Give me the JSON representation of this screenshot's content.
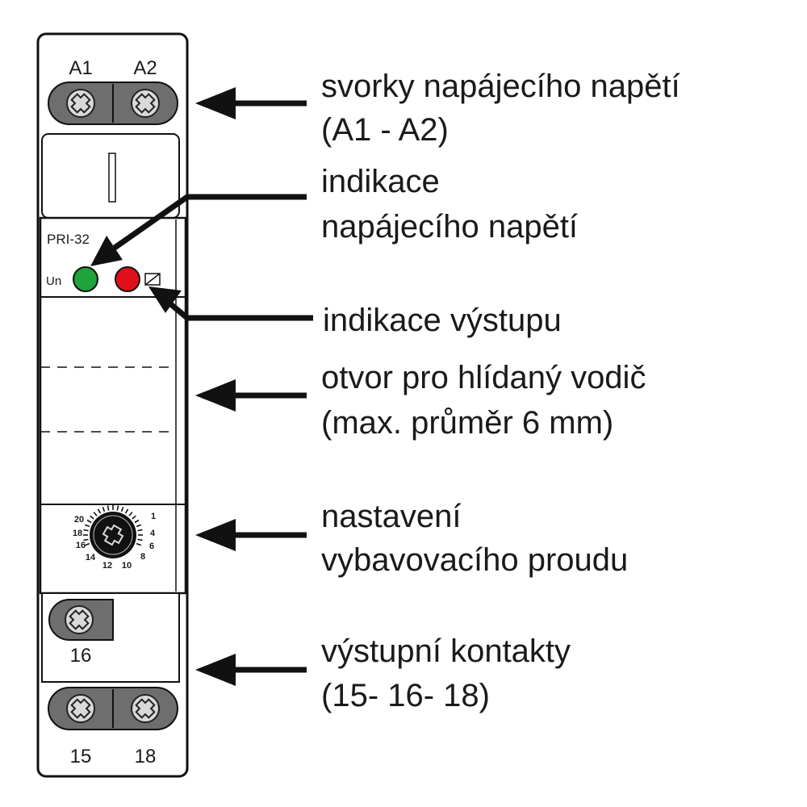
{
  "device": {
    "model": "PRI-32",
    "terminals_top": [
      "A1",
      "A2"
    ],
    "terminal_middle": "16",
    "terminals_bottom": [
      "15",
      "18"
    ],
    "led_power_label": "Un",
    "led_power_color": "#1fa33a",
    "led_output_color": "#e0101a",
    "dial_scale": [
      "20",
      "1",
      "18",
      "4",
      "16",
      "6",
      "14",
      "8",
      "12",
      "10"
    ]
  },
  "callouts": {
    "supply_terminals": [
      "svorky napájecího napětí",
      "(A1 - A2)"
    ],
    "supply_indication": [
      "indikace",
      "napájecího napětí"
    ],
    "output_indication": [
      "indikace výstupu"
    ],
    "conductor_hole": [
      "otvor pro hlídaný vodič",
      "(max. průměr 6 mm)"
    ],
    "trip_current_setting": [
      "nastavení",
      "vybavovacího proudu"
    ],
    "output_contacts": [
      "výstupní kontakty",
      "(15- 16- 18)"
    ]
  }
}
